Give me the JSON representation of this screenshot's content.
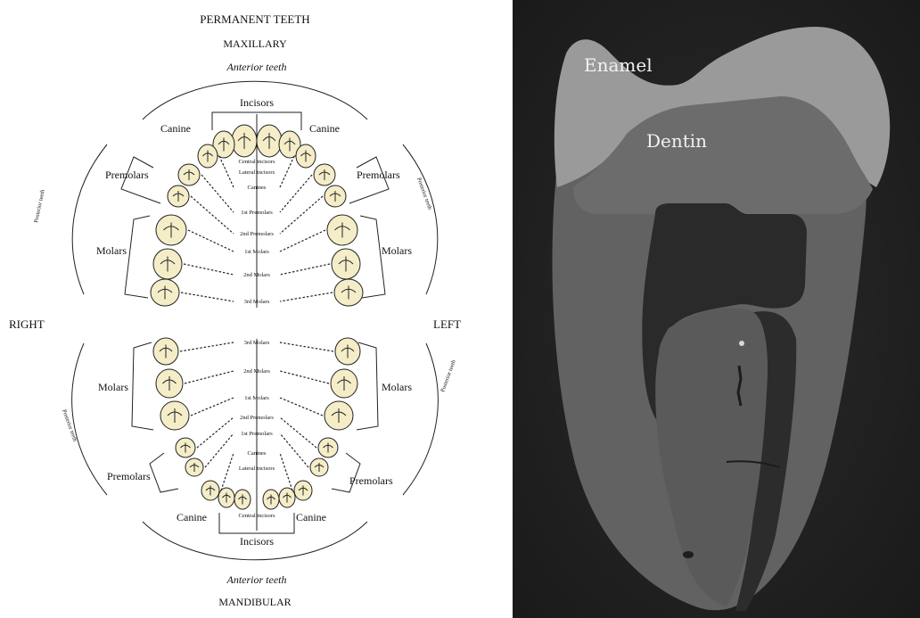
{
  "chart": {
    "title": "PERMANENT TEETH",
    "upper_label": "MAXILLARY",
    "lower_label": "MANDIBULAR",
    "right_label": "RIGHT",
    "left_label": "LEFT",
    "anterior_upper": "Anterior teeth",
    "anterior_lower": "Anterior teeth",
    "posterior_upper_right": "Posterior teeth",
    "posterior_upper_left": "Posterior teeth",
    "posterior_lower_right": "Posterior teeth",
    "posterior_lower_left": "Posterior teeth",
    "groups": {
      "incisors_upper": "Incisors",
      "incisors_lower": "Incisors",
      "canine_ur": "Canine",
      "canine_ul": "Canine",
      "canine_lr": "Canine",
      "canine_ll": "Canine",
      "premolars_ur": "Premolars",
      "premolars_ul": "Premolars",
      "premolars_lr": "Premolars",
      "premolars_ll": "Premolars",
      "molars_ur": "Molars",
      "molars_ul": "Molars",
      "molars_lr": "Molars",
      "molars_ll": "Molars"
    },
    "tooth_labels_upper": [
      "Central incisors",
      "Lateral incisors",
      "Canines",
      "1st Premolars",
      "2nd Premolars",
      "1st Molars",
      "2nd Molars",
      "3rd Molars"
    ],
    "tooth_labels_lower": [
      "3rd Molars",
      "2nd Molars",
      "1st Molars",
      "2nd Premolars",
      "1st Premolars",
      "Canines",
      "Lateral incisors",
      "Central incisors"
    ]
  },
  "xray": {
    "enamel_label": "Enamel",
    "dentin_label": "Dentin"
  }
}
